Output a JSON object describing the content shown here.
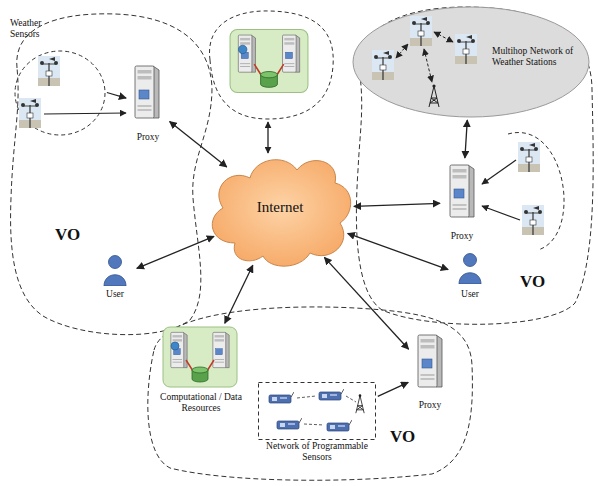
{
  "diagram": {
    "nodes": [
      {
        "text": [
          "VO"
        ]
      },
      {
        "text": [
          "Weather Sensors"
        ],
        "in": 0
      },
      {
        "text": [
          "Proxy"
        ],
        "in": 0
      },
      {
        "text": [
          "User"
        ],
        "in": 0
      },
      {
        "text": [
          "Internet"
        ]
      },
      {
        "text": [
          "VO"
        ]
      },
      {
        "text": [
          "Multihop Network of Weather Stations"
        ],
        "in": 5
      },
      {
        "text": [
          "Proxy"
        ],
        "in": 5
      },
      {
        "text": [
          "User"
        ],
        "in": 5
      },
      {
        "text": [
          "VO"
        ]
      },
      {
        "text": [
          "Computational / Data Resources"
        ],
        "in": 9
      },
      {
        "text": [
          "Network of Programmable Sensors"
        ],
        "in": 9
      },
      {
        "text": [
          "Proxy"
        ],
        "in": 9
      }
    ],
    "edges": [
      {
        "from": 1,
        "to": 2,
        "arrow": "to"
      },
      {
        "from": 2,
        "to": 4,
        "arrow": "both"
      },
      {
        "from": 3,
        "to": 4,
        "arrow": "both"
      },
      {
        "from": 6,
        "to": 7,
        "arrow": "both"
      },
      {
        "from": 7,
        "to": 4,
        "arrow": "both"
      },
      {
        "from": 8,
        "to": 4,
        "arrow": "both"
      },
      {
        "from": 10,
        "to": 4,
        "arrow": "both"
      },
      {
        "from": 12,
        "to": 4,
        "arrow": "both"
      },
      {
        "from": 11,
        "to": 12,
        "arrow": "to"
      }
    ]
  }
}
